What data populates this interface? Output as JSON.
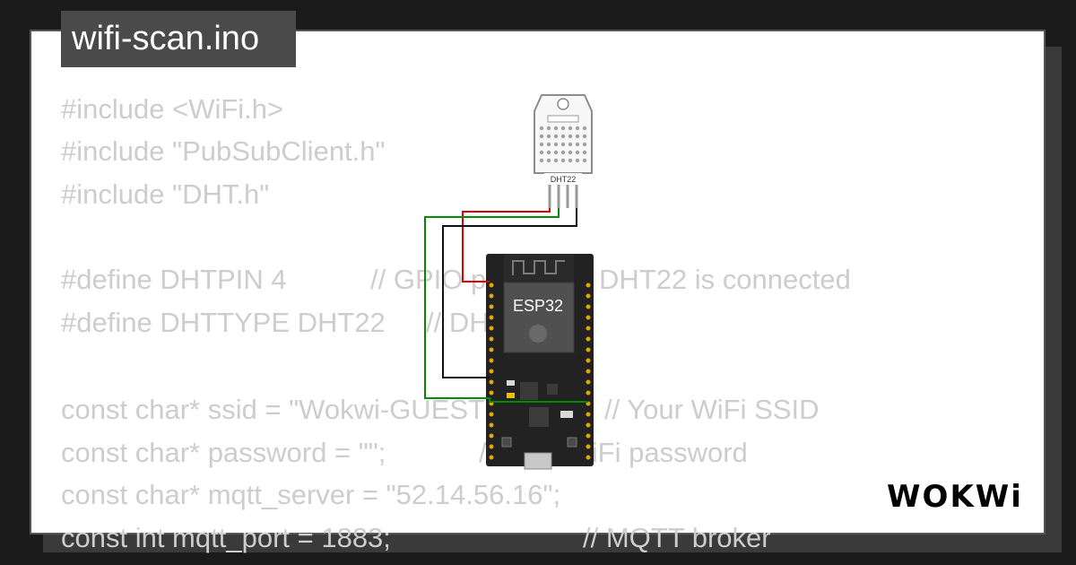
{
  "file_tab": {
    "label": "wifi-scan.ino"
  },
  "code": {
    "lines": [
      {
        "code": "#include <WiFi.h>",
        "comment": ""
      },
      {
        "code": "#include \"PubSubClient.h\"",
        "comment": ""
      },
      {
        "code": "#include \"DHT.h\"",
        "comment": ""
      },
      {
        "code": "",
        "comment": ""
      },
      {
        "code": "#define DHTPIN 4",
        "comment": "// GPIO pin where DHT22 is connected"
      },
      {
        "code": "#define DHTTYPE DHT22",
        "comment": "// DHT"
      },
      {
        "code": "",
        "comment": ""
      },
      {
        "code": "const char* ssid = \"Wokwi-GUEST\";",
        "comment": "// Your WiFi SSID"
      },
      {
        "code": "const char* password = \"\";",
        "comment": "// Your WiFi password"
      },
      {
        "code": "const char* mqtt_server = \"52.14.56.16\";",
        "comment": ""
      },
      {
        "code": "const int mqtt_port = 1883;",
        "comment": "// MQTT broker"
      }
    ]
  },
  "diagram": {
    "sensor_label": "DHT22",
    "board_label": "ESP32",
    "colors": {
      "wire_red": "#e00000",
      "wire_green": "#008c00",
      "wire_black": "#111111"
    }
  },
  "brand": {
    "logo_text": "WOKWi"
  },
  "colors": {
    "background": "#1b1b1b",
    "card": "#ffffff",
    "tab": "#4a4a4a",
    "code_text": "#cdcdcd"
  }
}
